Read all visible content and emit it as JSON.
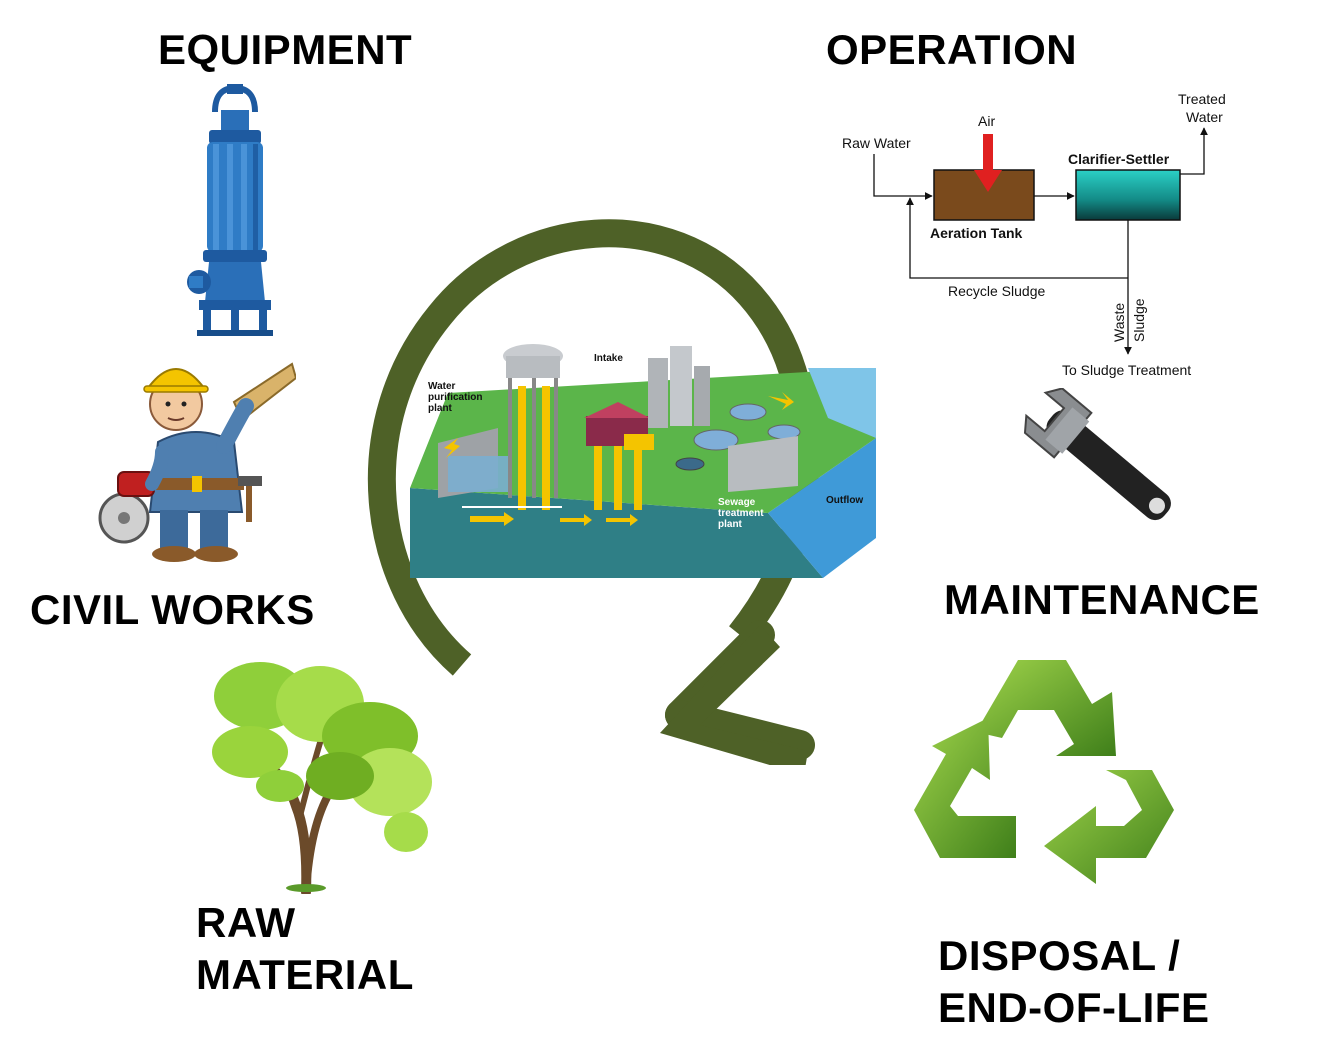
{
  "labels": {
    "equipment": "EQUIPMENT",
    "operation": "OPERATION",
    "civil_works": "CIVIL WORKS",
    "maintenance": "MAINTENANCE",
    "raw_material_line1": "RAW",
    "raw_material_line2": "MATERIAL",
    "disposal_line1": "DISPOSAL /",
    "disposal_line2": "END-OF-LIFE"
  },
  "operation_diagram": {
    "raw_water": "Raw Water",
    "air": "Air",
    "aeration_tank": "Aeration Tank",
    "clarifier_settler": "Clarifier-Settler",
    "treated_water_line1": "Treated",
    "treated_water_line2": "Water",
    "recycle_sludge": "Recycle Sludge",
    "waste": "Waste",
    "sludge": "Sludge",
    "to_sludge_treatment": "To Sludge Treatment"
  },
  "plant_labels": {
    "water_purification_line1": "Water",
    "water_purification_line2": "purification",
    "water_purification_line3": "plant",
    "intake": "Intake",
    "sewage_line1": "Sewage",
    "sewage_line2": "treatment",
    "sewage_line3": "plant",
    "outflow": "Outflow"
  },
  "icons": {
    "pump": "submersible-pump-icon",
    "worker": "construction-worker-icon",
    "tree": "tree-icon",
    "wrench": "wrench-icon",
    "recycle": "recycle-icon",
    "cycle_arrow": "cycle-arrow-icon"
  },
  "colors": {
    "cycle_arrow": "#4e6127",
    "recycle_green": "#6aa12a",
    "aeration_tank": "#7a4a1c",
    "clarifier": "#1aa8a0",
    "air_arrow": "#e02020",
    "pump_blue": "#2a6fb8"
  }
}
